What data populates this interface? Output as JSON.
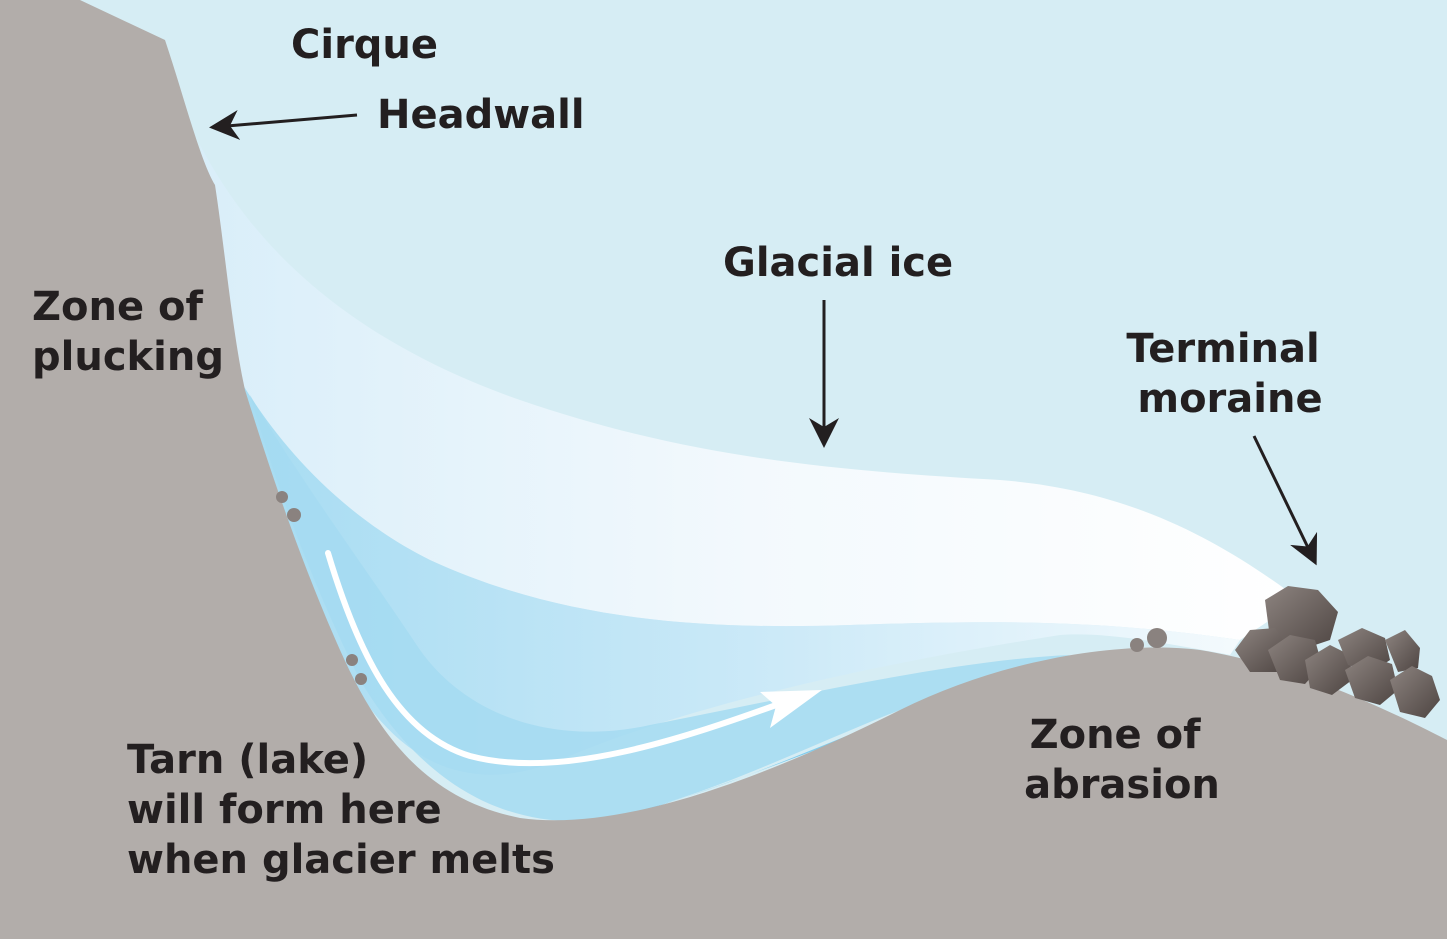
{
  "diagram": {
    "labels": {
      "cirque": "Cirque",
      "headwall": "Headwall",
      "zone_plucking": [
        "Zone of",
        "plucking"
      ],
      "glacial_ice": "Glacial ice",
      "terminal_moraine": [
        "Terminal",
        "moraine"
      ],
      "tarn": [
        "Tarn (lake)",
        "will form here",
        "when glacier melts"
      ],
      "zone_abrasion": [
        "Zone of",
        "abrasion"
      ]
    },
    "colors": {
      "sky": "#d6edf4",
      "rock": "#b2adaa",
      "ice_light": "#eef7fc",
      "ice_mid": "#bfe3f4",
      "ice_deep": "#8fd0ee",
      "boulder": "#7a716e",
      "label_text": "#231f20",
      "flow_arrow": "#ffffff"
    }
  }
}
